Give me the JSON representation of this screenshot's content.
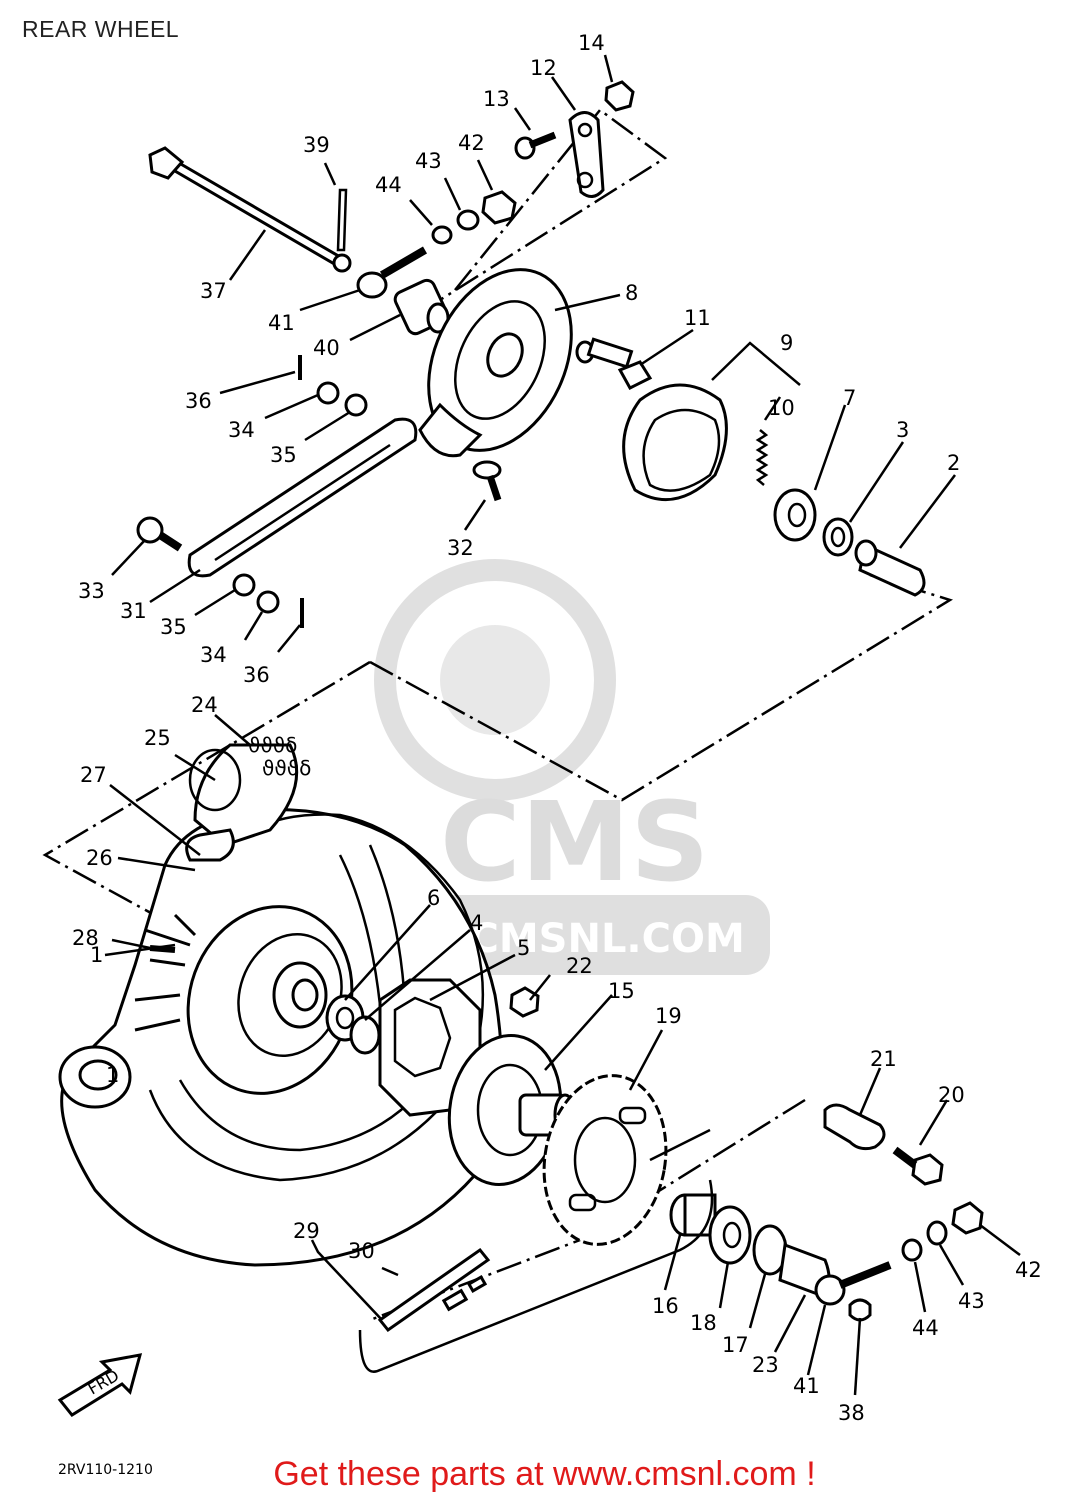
{
  "diagram": {
    "title": "REAR WHEEL",
    "watermark": {
      "text": "CMS",
      "url": "WWW.CMSNL.COM"
    },
    "drawing_code": "2RV110-1210",
    "front_arrow": "FRD",
    "callouts": [
      "1",
      "1",
      "2",
      "3",
      "4",
      "5",
      "6",
      "7",
      "8",
      "9",
      "10",
      "11",
      "12",
      "13",
      "14",
      "15",
      "16",
      "17",
      "18",
      "19",
      "20",
      "21",
      "22",
      "23",
      "24",
      "25",
      "26",
      "27",
      "28",
      "29",
      "30",
      "31",
      "32",
      "33",
      "34",
      "34",
      "35",
      "35",
      "36",
      "36",
      "37",
      "38",
      "39",
      "40",
      "41",
      "41",
      "42",
      "42",
      "43",
      "43",
      "44",
      "44"
    ]
  },
  "footer": {
    "promo": "Get these parts at www.cmsnl.com !"
  }
}
